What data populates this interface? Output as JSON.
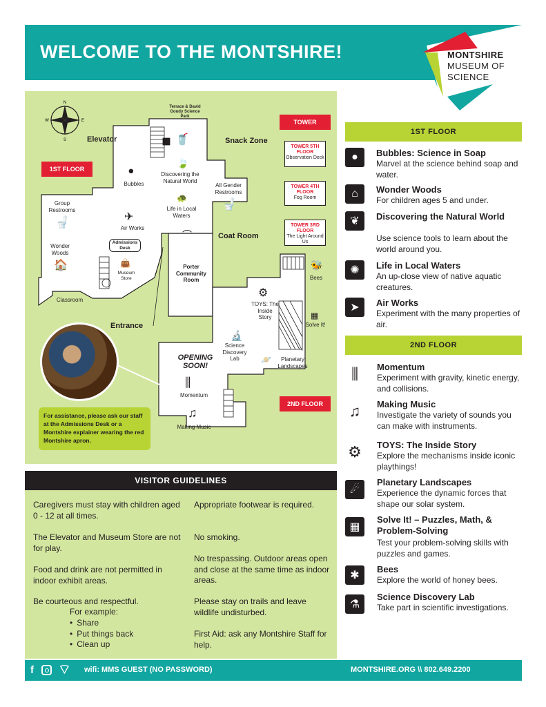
{
  "header": {
    "title": "WELCOME TO THE MONTSHIRE!",
    "logo_line1": "MONTSHIRE",
    "logo_line2": "MUSEUM OF",
    "logo_line3": "SCIENCE"
  },
  "map": {
    "first_floor_tag": "1ST FLOOR",
    "second_floor_tag": "2ND FLOOR",
    "tower_tag": "TOWER",
    "towers": [
      {
        "floor": "TOWER 5TH FLOOR",
        "name": "Observation Deck"
      },
      {
        "floor": "TOWER 4TH FLOOR",
        "name": "Fog Room"
      },
      {
        "floor": "TOWER 3RD FLOOR",
        "name": "The Light Around Us"
      }
    ],
    "labels": {
      "terrace": "Terrace & David Goudy Science Park",
      "elevator": "Elevator",
      "snack_zone": "Snack Zone",
      "bubbles": "Bubbles",
      "natural_world": "Discovering the Natural World",
      "all_gender": "All Gender Restrooms",
      "group_restrooms": "Group Restrooms",
      "life_waters": "Life in Local Waters",
      "air_works": "Air Works",
      "coat_room": "Coat Room",
      "admissions": "Admissions Desk",
      "wonder_woods": "Wonder Woods",
      "museum_store": "Museum Store",
      "porter": "Porter Community Room",
      "classroom": "Classroom",
      "entrance": "Entrance",
      "bees": "Bees",
      "toys": "TOYS: The Inside Story",
      "solve_it": "Solve It!",
      "science_lab": "Science Discovery Lab",
      "planetary": "Planetary Landscapes",
      "opening_soon": "OPENING SOON!",
      "momentum": "Momentum",
      "making_music": "Making Music"
    },
    "assistance": "For assistance, please ask our staff at the Admissions Desk or a Montshire explainer wearing the red Montshire apron."
  },
  "first_floor": {
    "heading": "1ST FLOOR",
    "exhibits": [
      {
        "icon": "bubbles-icon",
        "title": "Bubbles: Science in Soap",
        "desc": "Marvel at the science behind soap and water."
      },
      {
        "icon": "tree-house-icon",
        "title": "Wonder Woods",
        "desc": "For children ages 5 and under."
      },
      {
        "icon": "leaf-icon",
        "title": "Discovering the Natural World",
        "desc": "Use science tools to learn about the world around you."
      },
      {
        "icon": "turtle-icon",
        "title": "Life in Local Waters",
        "desc": "An up-close view of native aquatic creatures."
      },
      {
        "icon": "paper-plane-icon",
        "title": "Air Works",
        "desc": "Experiment with the many properties of air."
      }
    ]
  },
  "second_floor": {
    "heading": "2ND FLOOR",
    "exhibits": [
      {
        "icon": "newtons-cradle-icon",
        "title": "Momentum",
        "desc": "Experiment with gravity, kinetic energy, and collisions."
      },
      {
        "icon": "music-note-icon",
        "title": "Making Music",
        "desc": "Investigate the variety of sounds you can make with instruments."
      },
      {
        "icon": "gear-icon",
        "title": "TOYS: The Inside Story",
        "desc": "Explore the mechanisms inside iconic playthings!"
      },
      {
        "icon": "planet-landscape-icon",
        "title": "Planetary Landscapes",
        "desc": "Experience the dynamic forces that shape our solar system."
      },
      {
        "icon": "puzzle-cube-icon",
        "title": "Solve It! – Puzzles, Math, & Problem-Solving",
        "desc": "Test your problem-solving skills with puzzles and games."
      },
      {
        "icon": "bee-icon",
        "title": "Bees",
        "desc": "Explore the world of honey bees."
      },
      {
        "icon": "microscope-icon",
        "title": "Science Discovery Lab",
        "desc": "Take part in scientific investigations."
      }
    ]
  },
  "guidelines": {
    "heading": "VISITOR GUIDELINES",
    "left": [
      "Caregivers must stay with children aged 0 - 12 at all times.",
      "The Elevator and Museum Store are not for play.",
      "Food and drink are not permitted in indoor exhibit areas.",
      "Be courteous and respectful."
    ],
    "example_label": "For example:",
    "examples": [
      "Share",
      "Put things back",
      "Clean up"
    ],
    "right": [
      "Appropriate footwear is required.",
      "No smoking.",
      "No trespassing. Outdoor areas open and close at the same time as indoor areas.",
      "Please stay on trails and leave wildlife undisturbed.",
      "First Aid: ask any Montshire Staff for help."
    ]
  },
  "footer": {
    "wifi": "wifi: MMS GUEST (NO PASSWORD)",
    "contact": "MONTSHIRE.ORG \\\\ 802.649.2200"
  },
  "colors": {
    "teal": "#12a6a1",
    "lime": "#b7d334",
    "map_green": "#d3e6a0",
    "red": "#e31f33"
  }
}
